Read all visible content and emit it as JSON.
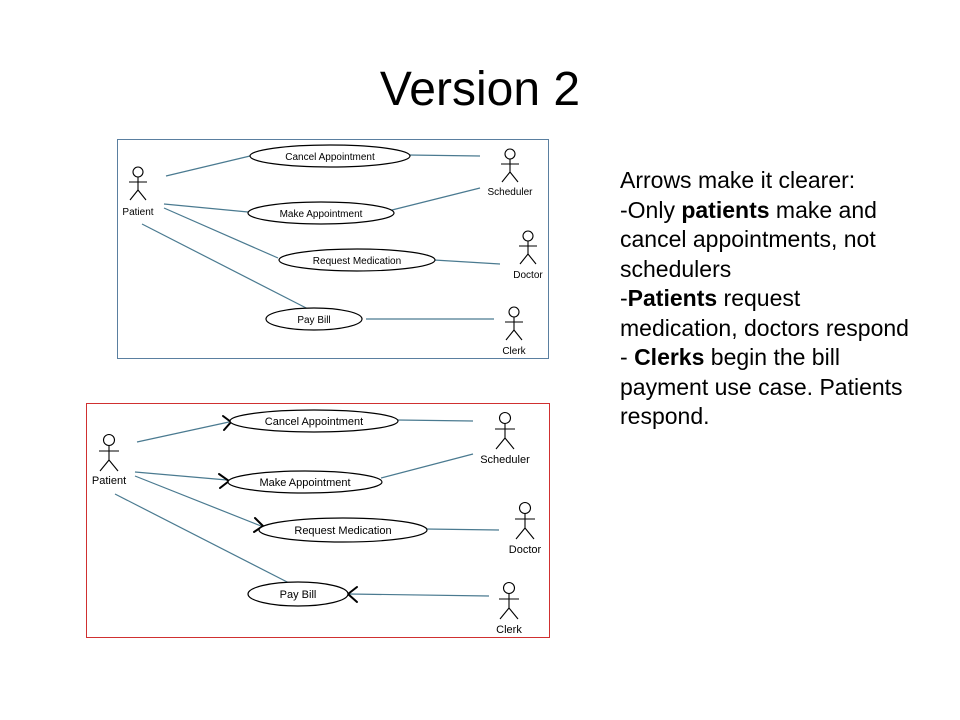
{
  "slide": {
    "title": "Version 2"
  },
  "diagram_v1": {
    "actors": [
      "Patient",
      "Scheduler",
      "Doctor",
      "Clerk"
    ],
    "use_cases": [
      "Cancel Appointment",
      "Make Appointment",
      "Request Medication",
      "Pay Bill"
    ]
  },
  "diagram_v2": {
    "actors": [
      "Patient",
      "Scheduler",
      "Doctor",
      "Clerk"
    ],
    "use_cases": [
      "Cancel Appointment",
      "Make Appointment",
      "Request Medication",
      "Pay Bill"
    ]
  },
  "notes": {
    "intro": "Arrows make it clearer:",
    "point1_pre": "-Only ",
    "point1_bold": "patients",
    "point1_post": " make and cancel appointments, not schedulers",
    "point2_pre": "-",
    "point2_bold": "Patients",
    "point2_post": " request medication, doctors respond",
    "point3_pre": "- ",
    "point3_bold": "Clerks",
    "point3_post": " begin the bill payment use case.  Patients respond."
  },
  "colors": {
    "line": "#4a7a90",
    "frame1": "#5a7fa0",
    "frame2": "#d03030"
  }
}
